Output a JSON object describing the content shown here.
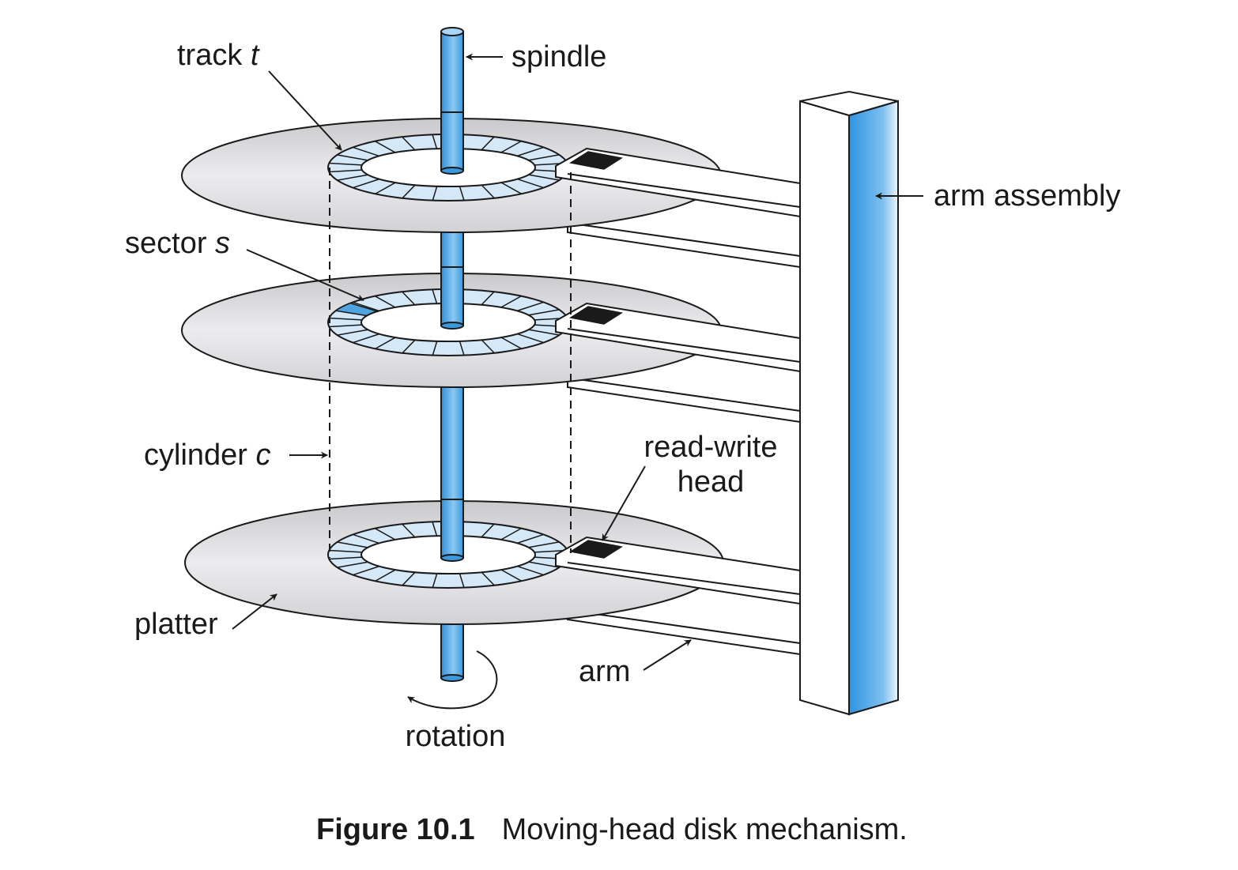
{
  "labels": {
    "track_word": "track",
    "track_var": "t",
    "spindle": "spindle",
    "arm_assembly": "arm assembly",
    "sector_word": "sector",
    "sector_var": "s",
    "cylinder_word": "cylinder",
    "cylinder_var": "c",
    "read_write_line1": "read-write",
    "read_write_line2": "head",
    "platter": "platter",
    "arm": "arm",
    "rotation": "rotation"
  },
  "caption": {
    "number": "Figure 10.1",
    "text": "Moving-head disk mechanism."
  },
  "colors": {
    "platter_fill": "#e2e2e4",
    "track_fill": "#d4e8f8",
    "highlighted_sector": "#4fa3e0",
    "spindle_fill": "#63b2ee",
    "arm_assembly_blue": "#3c9fe6",
    "head_fill": "#1a1a1a",
    "stroke": "#1a1a1a"
  }
}
